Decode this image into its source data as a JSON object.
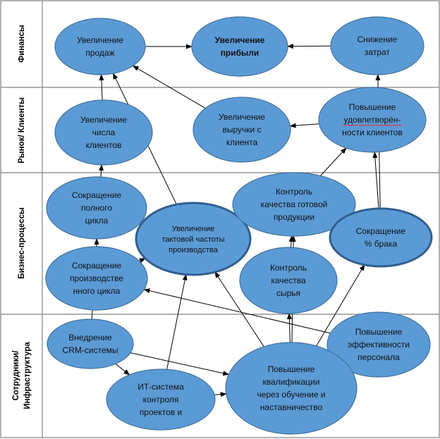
{
  "lanes": [
    {
      "id": "finance",
      "label": "Финансы"
    },
    {
      "id": "market",
      "label": "Рынок/ Клиенты"
    },
    {
      "id": "process",
      "label": "Бизнес-процессы"
    },
    {
      "id": "staff",
      "label": "Сотрудники/ Инфраструктура"
    }
  ],
  "nodes": [
    {
      "id": "sales",
      "lines": [
        "Увеличение",
        "продаж"
      ]
    },
    {
      "id": "profit",
      "lines": [
        "Увеличение",
        "прибыли"
      ],
      "bold": true
    },
    {
      "id": "costs",
      "lines": [
        "Снижение",
        "затрат"
      ]
    },
    {
      "id": "clients",
      "lines": [
        "Увеличение",
        "числа",
        "клиентов"
      ]
    },
    {
      "id": "revenue",
      "lines": [
        "Увеличение",
        "выручки с",
        "клиента"
      ]
    },
    {
      "id": "satisfaction",
      "lines": [
        "Повышение",
        "удовлетворён-",
        "ности клиентов"
      ]
    },
    {
      "id": "full_cycle",
      "lines": [
        "Сокращение",
        "полного",
        "цикла"
      ]
    },
    {
      "id": "takt",
      "lines": [
        "Увеличение",
        "тактовой частоты",
        "производства"
      ],
      "thick": true,
      "small": true
    },
    {
      "id": "qc_product",
      "lines": [
        "Контроль",
        "качества готовой",
        "продукции"
      ]
    },
    {
      "id": "defects",
      "lines": [
        "Сокращение",
        "% брака"
      ],
      "thick": true
    },
    {
      "id": "prod_cycle",
      "lines": [
        "Сокращение",
        "производстве",
        "нного цикла"
      ]
    },
    {
      "id": "qc_raw",
      "lines": [
        "Контроль",
        "качества",
        "сырья"
      ]
    },
    {
      "id": "crm",
      "lines": [
        "Внедрение",
        "CRM-системы"
      ]
    },
    {
      "id": "efficiency",
      "lines": [
        "Повышение",
        "эффективности",
        "персонала"
      ]
    },
    {
      "id": "it_system",
      "lines": [
        "ИТ-система",
        "контроля",
        "проектов и"
      ]
    },
    {
      "id": "training",
      "lines": [
        "Повышение",
        "квалификации",
        "через обучение и",
        "наставничество"
      ]
    }
  ],
  "edges": [
    {
      "from": "sales",
      "to": "profit"
    },
    {
      "from": "costs",
      "to": "profit"
    },
    {
      "from": "clients",
      "to": "sales"
    },
    {
      "from": "revenue",
      "to": "sales"
    },
    {
      "from": "satisfaction",
      "to": "revenue"
    },
    {
      "from": "takt",
      "to": "sales"
    },
    {
      "from": "defects",
      "to": "costs"
    },
    {
      "from": "defects",
      "to": "satisfaction"
    },
    {
      "from": "qc_product",
      "to": "satisfaction"
    },
    {
      "from": "qc_product",
      "to": "defects"
    },
    {
      "from": "full_cycle",
      "to": "takt"
    },
    {
      "from": "prod_cycle",
      "to": "full_cycle"
    },
    {
      "from": "prod_cycle",
      "to": "takt"
    },
    {
      "from": "qc_raw",
      "to": "qc_product"
    },
    {
      "from": "crm",
      "to": "clients"
    },
    {
      "from": "crm",
      "to": "training"
    },
    {
      "from": "crm",
      "to": "it_system"
    },
    {
      "from": "it_system",
      "to": "takt"
    },
    {
      "from": "it_system",
      "to": "training"
    },
    {
      "from": "training",
      "to": "takt"
    },
    {
      "from": "training",
      "to": "qc_product"
    },
    {
      "from": "training",
      "to": "qc_raw"
    },
    {
      "from": "training",
      "to": "defects"
    },
    {
      "from": "efficiency",
      "to": "training"
    },
    {
      "from": "efficiency",
      "to": "prod_cycle"
    }
  ],
  "colors": {
    "node_fill": "#5b9bd5",
    "node_stroke": "#41719c",
    "grid": "#808080"
  }
}
